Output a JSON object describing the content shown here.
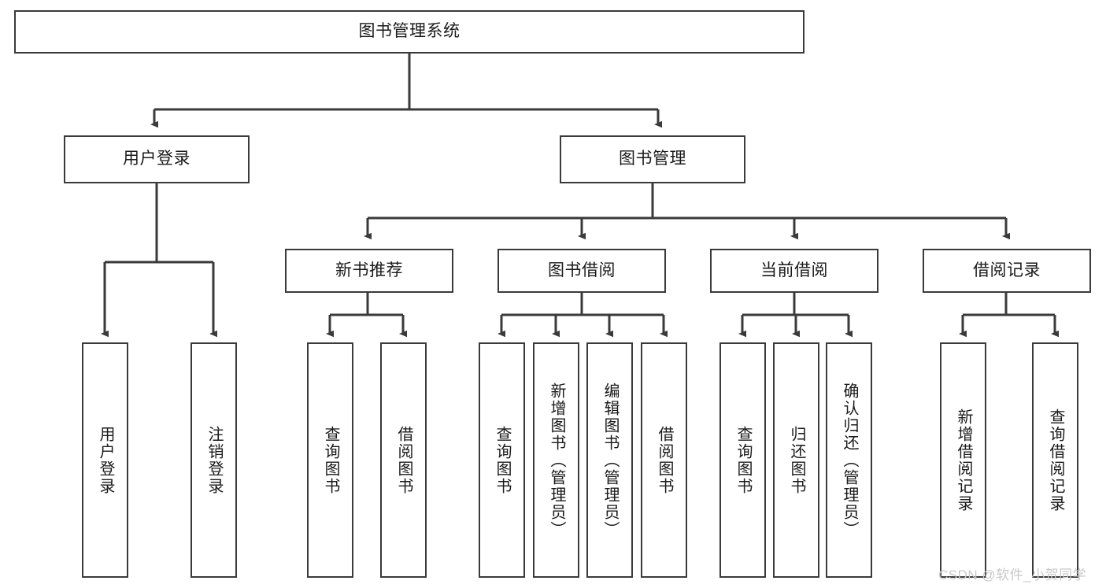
{
  "diagram": {
    "type": "hierarchy-tree",
    "title": "图书管理系统",
    "watermark": "CSDN @软件_小贺同学",
    "colors": {
      "box_border": "#3a3a3a",
      "box_fill": "#ffffff",
      "connector": "#3a3a3a",
      "text": "#1a1a1a",
      "watermark": "#c9c9c9"
    },
    "nodes": {
      "root": {
        "label": "图书管理系统"
      },
      "level2": [
        {
          "id": "user-login",
          "label": "用户登录"
        },
        {
          "id": "book-manage",
          "label": "图书管理"
        }
      ],
      "level3": [
        {
          "id": "new-book-rec",
          "label": "新书推荐"
        },
        {
          "id": "book-borrow",
          "label": "图书借阅"
        },
        {
          "id": "current-borrow",
          "label": "当前借阅"
        },
        {
          "id": "borrow-record",
          "label": "借阅记录"
        }
      ],
      "leaves": [
        {
          "id": "leaf-user-login",
          "label": "用户登录",
          "parent": "user-login"
        },
        {
          "id": "leaf-logout",
          "label": "注销登录",
          "parent": "user-login"
        },
        {
          "id": "leaf-query-book-1",
          "label": "查询图书",
          "parent": "new-book-rec"
        },
        {
          "id": "leaf-borrow-book-1",
          "label": "借阅图书",
          "parent": "new-book-rec"
        },
        {
          "id": "leaf-query-book-2",
          "label": "查询图书",
          "parent": "book-borrow"
        },
        {
          "id": "leaf-add-book",
          "label": "新增图书（管理员）",
          "parent": "book-borrow"
        },
        {
          "id": "leaf-edit-book",
          "label": "编辑图书（管理员）",
          "parent": "book-borrow"
        },
        {
          "id": "leaf-borrow-book-2",
          "label": "借阅图书",
          "parent": "book-borrow"
        },
        {
          "id": "leaf-query-book-3",
          "label": "查询图书",
          "parent": "current-borrow"
        },
        {
          "id": "leaf-return-book",
          "label": "归还图书",
          "parent": "current-borrow"
        },
        {
          "id": "leaf-confirm-return",
          "label": "确认归还（管理员）",
          "parent": "current-borrow"
        },
        {
          "id": "leaf-add-record",
          "label": "新增借阅记录",
          "parent": "borrow-record"
        },
        {
          "id": "leaf-query-record",
          "label": "查询借阅记录",
          "parent": "borrow-record"
        }
      ]
    }
  }
}
